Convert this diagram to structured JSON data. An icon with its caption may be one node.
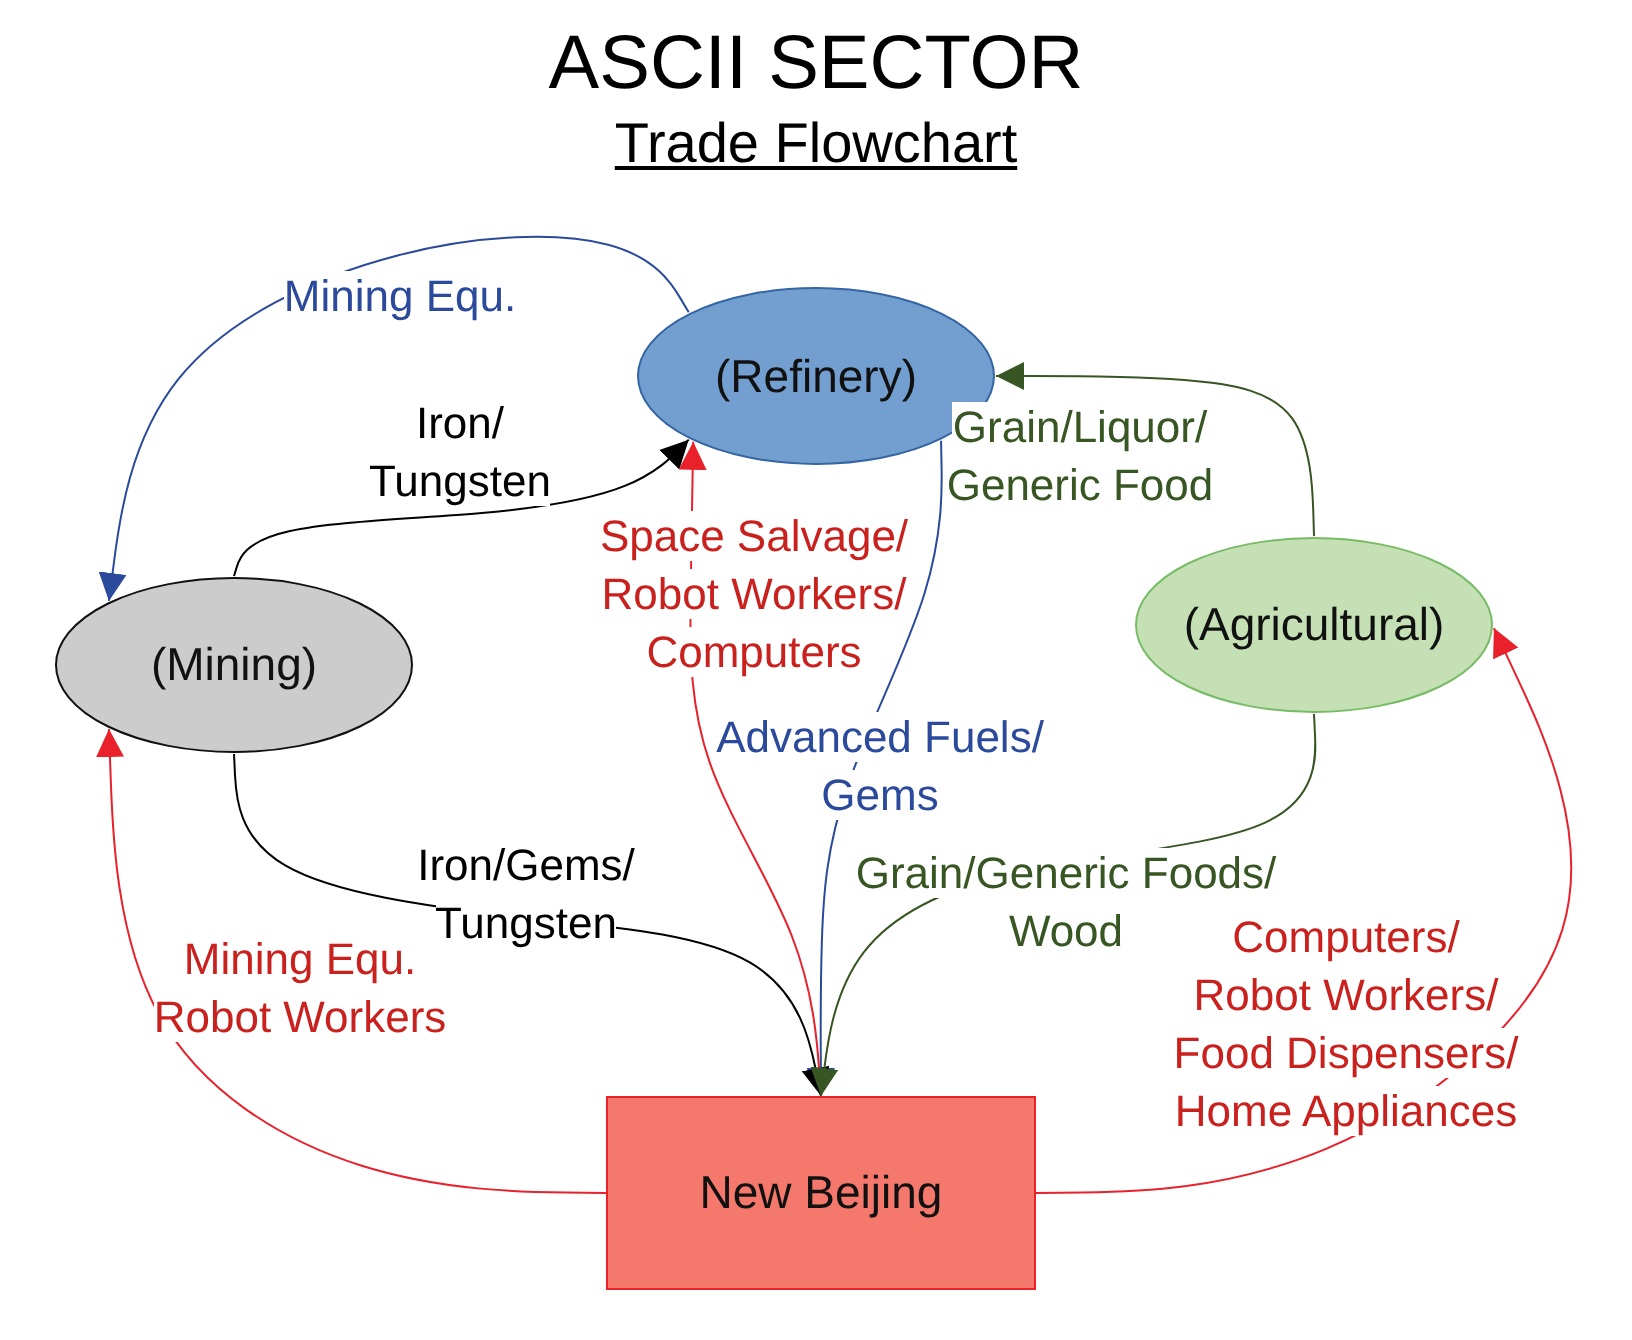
{
  "diagram": {
    "title": "ASCII SECTOR",
    "nodes": [
      {
        "text": [
          "(Refinery)"
        ]
      },
      {
        "text": [
          "(Mining)"
        ]
      },
      {
        "text": [
          "(Agricultural)"
        ]
      },
      {
        "text": [
          "New Beijing"
        ]
      }
    ],
    "edges": [
      {
        "from": 0,
        "to": 1,
        "arrow": "to",
        "label": "Mining Equ.",
        "color": "#2b4a9c"
      },
      {
        "from": 1,
        "to": 0,
        "arrow": "to",
        "label": "Iron/ Tungsten",
        "color": "#000000"
      },
      {
        "from": 2,
        "to": 0,
        "arrow": "to",
        "label": "Grain/Liquor/ Generic Food",
        "color": "#375623"
      },
      {
        "from": 3,
        "to": 0,
        "arrow": "to",
        "label": "Space Salvage/ Robot Workers/ Computers",
        "color": "#e8212b"
      },
      {
        "from": 0,
        "to": 3,
        "arrow": "to",
        "label": "Advanced Fuels/ Gems",
        "color": "#2b4a9c"
      },
      {
        "from": 1,
        "to": 3,
        "arrow": "to",
        "label": "Iron/Gems/ Tungsten",
        "color": "#000000"
      },
      {
        "from": 2,
        "to": 3,
        "arrow": "to",
        "label": "Grain/Generic Foods/ Wood",
        "color": "#375623"
      },
      {
        "from": 3,
        "to": 1,
        "arrow": "to",
        "label": "Mining Equ. Robot Workers",
        "color": "#e8212b"
      },
      {
        "from": 3,
        "to": 2,
        "arrow": "to",
        "label": "Computers/ Robot Workers/ Food Dispensers/ Home Appliances",
        "color": "#e8212b"
      }
    ],
    "labels": [
      "Trade Flowchart"
    ]
  }
}
